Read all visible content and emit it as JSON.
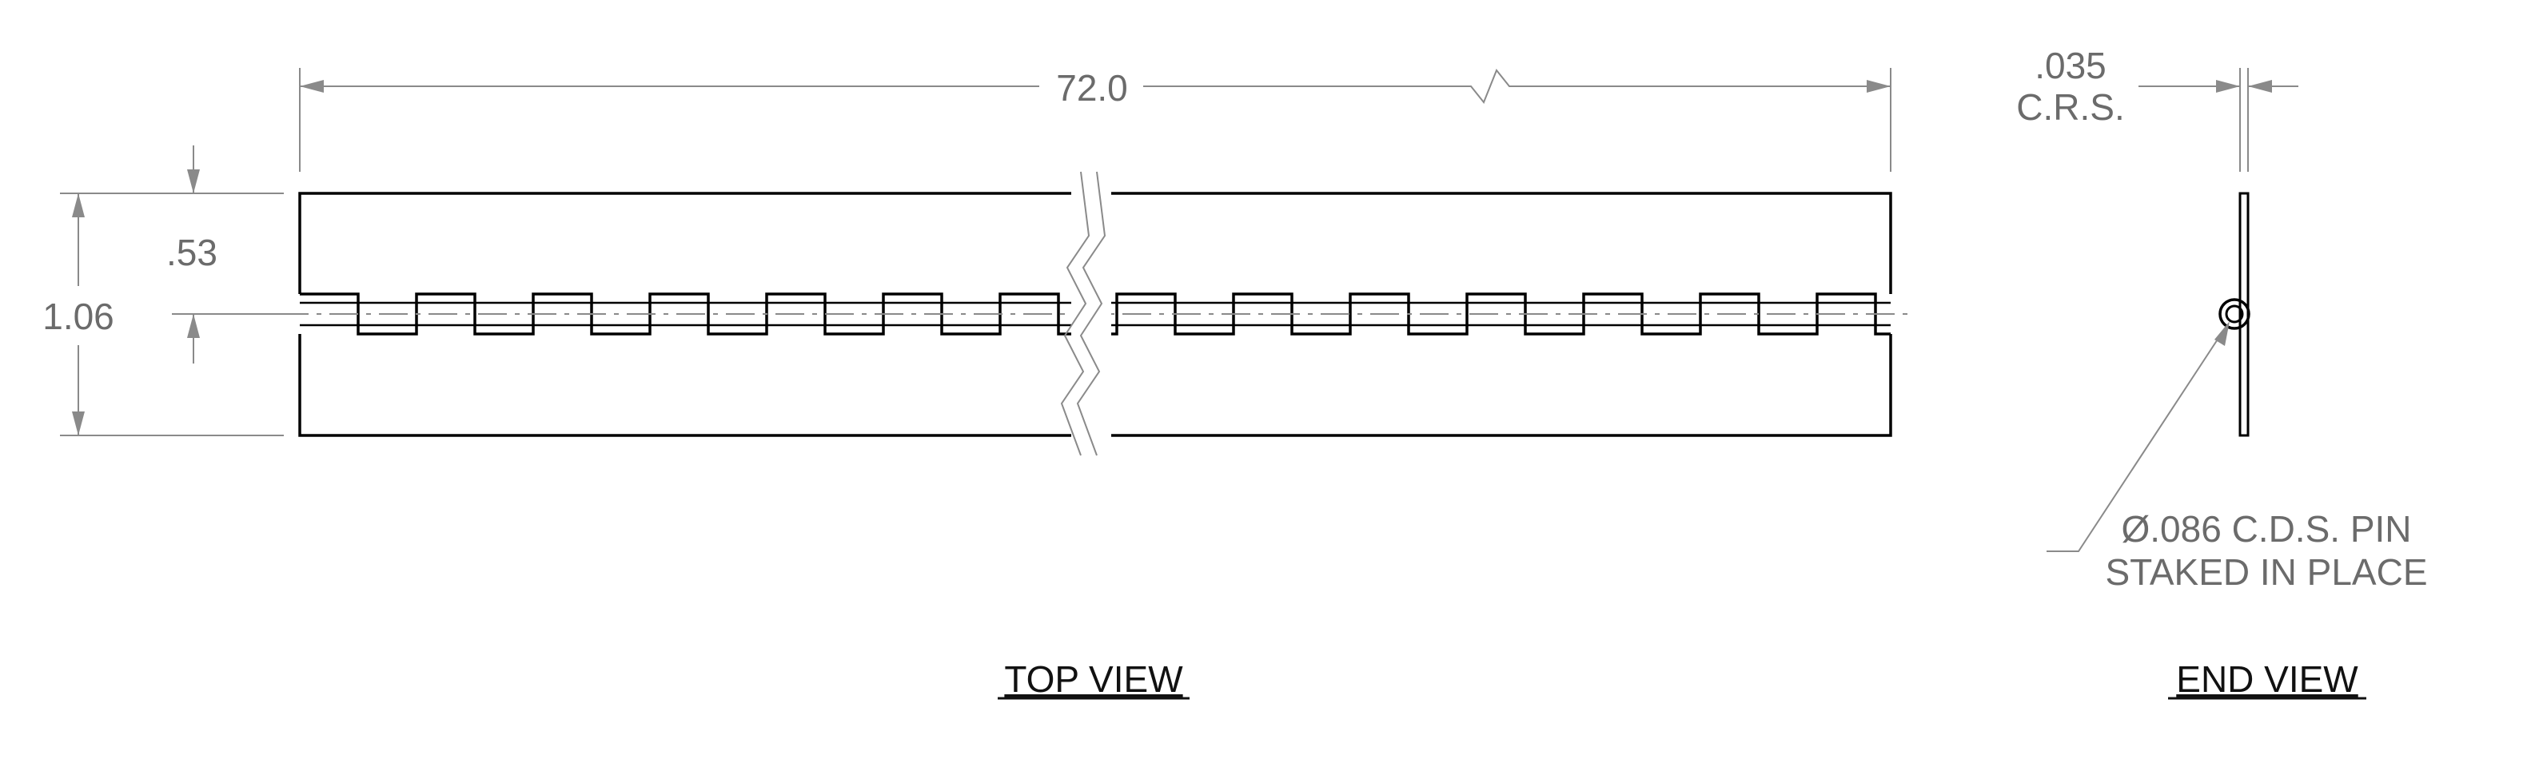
{
  "drawing": {
    "length_dim": "72.0",
    "width_dim": "1.06",
    "half_width_dim": ".53",
    "thickness_dim": ".035",
    "material": "C.R.S.",
    "pin_note_line1": "Ø.086 C.D.S. PIN",
    "pin_note_line2": "STAKED IN PLACE",
    "top_view_label": "TOP VIEW",
    "end_view_label": "END VIEW"
  },
  "colors": {
    "outline": "#000000",
    "dimension": "#8a8a8a",
    "text": "#6b6b6b",
    "label": "#111111"
  }
}
